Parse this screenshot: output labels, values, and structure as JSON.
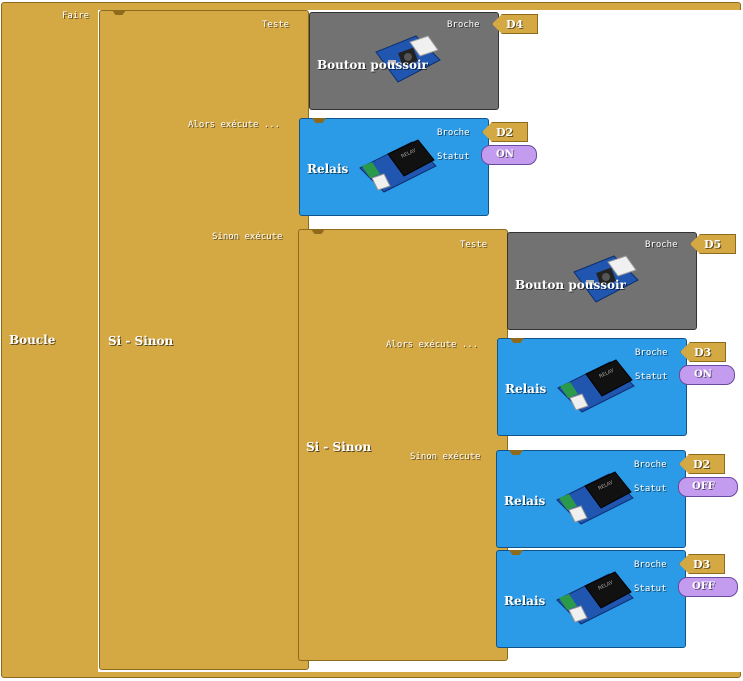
{
  "loop_block": {
    "title": "Boucle",
    "do_label": "Faire"
  },
  "if_else_outer": {
    "title": "Si - Sinon",
    "test_label": "Teste",
    "then_label": "Alors exécute ...",
    "else_label": "Sinon exécute"
  },
  "button_d4": {
    "title": "Bouton poussoir",
    "pin_label": "Broche",
    "pin": "D4"
  },
  "relay_d2_on": {
    "title": "Relais",
    "pin_label": "Broche",
    "pin": "D2",
    "status_label": "Statut",
    "status": "ON"
  },
  "if_else_inner": {
    "title": "Si - Sinon",
    "test_label": "Teste",
    "then_label": "Alors exécute ...",
    "else_label": "Sinon exécute"
  },
  "button_d5": {
    "title": "Bouton poussoir",
    "pin_label": "Broche",
    "pin": "D5"
  },
  "relay_d3_on": {
    "title": "Relais",
    "pin_label": "Broche",
    "pin": "D3",
    "status_label": "Statut",
    "status": "ON"
  },
  "relay_d2_off": {
    "title": "Relais",
    "pin_label": "Broche",
    "pin": "D2",
    "status_label": "Statut",
    "status": "OFF"
  },
  "relay_d3_off": {
    "title": "Relais",
    "pin_label": "Broche",
    "pin": "D3",
    "status_label": "Statut",
    "status": "OFF"
  },
  "colors": {
    "control_block": "#d4a843",
    "sensor_block": "#727272",
    "actuator_block": "#2b9be8",
    "state_value": "#c39cf0"
  }
}
